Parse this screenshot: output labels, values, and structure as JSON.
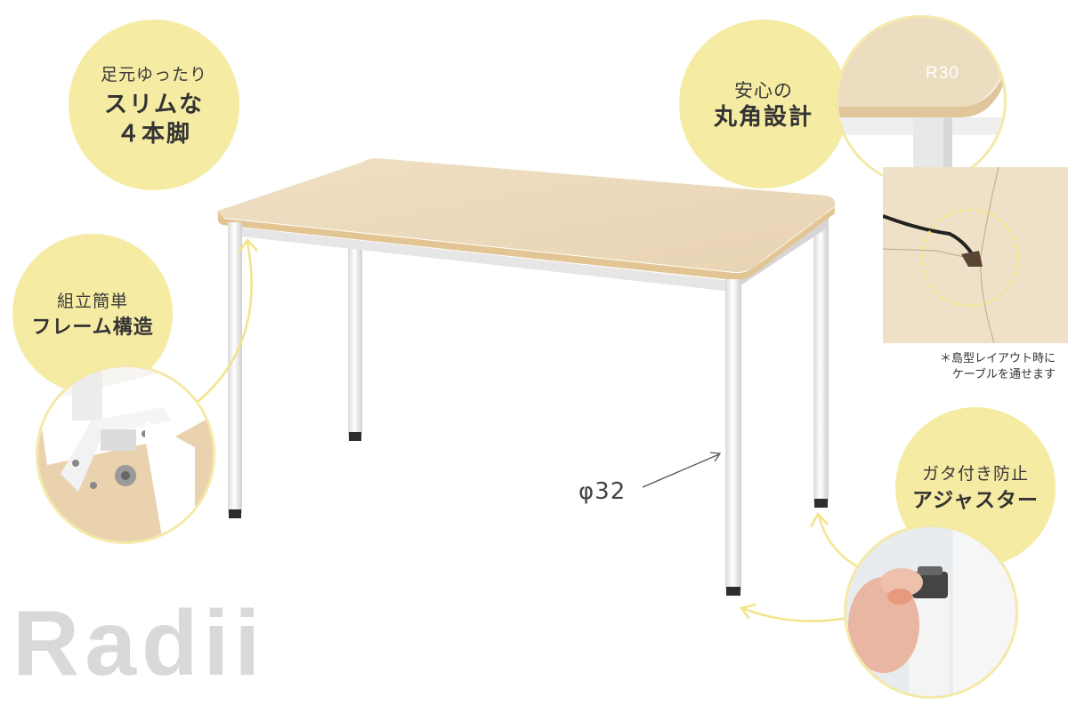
{
  "colors": {
    "badge": "#f6eba3",
    "wood": "#eedcbf",
    "leg": "#f2f2f2",
    "arrow": "#f3e488",
    "brand": "#d9d9d9"
  },
  "badge_legs": {
    "line1": "足元ゆったり",
    "line2": "スリムな",
    "line3": "４本脚"
  },
  "badge_frame": {
    "line1": "組立簡単",
    "line2": "フレーム構造"
  },
  "badge_corner": {
    "line1": "安心の",
    "line2": "丸角設計"
  },
  "badge_adjuster": {
    "line1": "ガタ付き防止",
    "line2": "アジャスター"
  },
  "corner_label": "R30",
  "cable_note": {
    "line1": "＊島型レイアウト時に",
    "line2": "ケーブルを通せます"
  },
  "leg_diameter": "φ32",
  "brand": "Radii"
}
